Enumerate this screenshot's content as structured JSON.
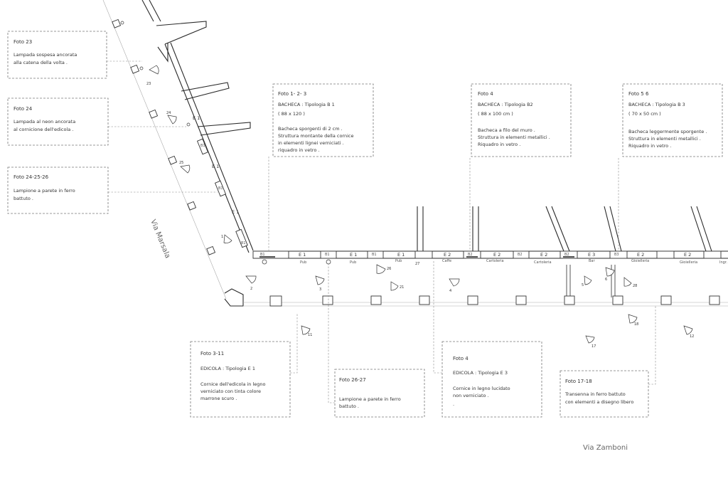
{
  "notes": [
    {
      "id": "foto23",
      "title": "Foto 23",
      "lines": [
        "Lampada sospesa ancorata",
        "alla catena della volta ."
      ]
    },
    {
      "id": "foto24",
      "title": "Foto 24",
      "lines": [
        "Lampada al neon ancorata",
        "al cornicione dell'edicola ."
      ]
    },
    {
      "id": "foto24-25-26",
      "title": "Foto 24-25-26",
      "lines": [
        "Lampione a parete in ferro",
        "battuto ."
      ]
    },
    {
      "id": "foto1-2-3",
      "title": "Foto 1- 2- 3",
      "lines": [
        "BACHECA  : Tipologia B 1",
        "( 88 x 120 )",
        "",
        "Bacheca sporgenti di 2 cm .",
        "Struttura montante della cornice",
        "in elementi lignei verniciati .",
        "riquadro in vetro ."
      ]
    },
    {
      "id": "foto4a",
      "title": "Foto 4",
      "lines": [
        "BACHECA  : Tipologia B2",
        "( 88 x 100 cm )",
        "",
        "Bacheca a filo del muro .",
        "Struttura in elementi metallici .",
        "Riquadro in vetro ."
      ]
    },
    {
      "id": "foto5-6",
      "title": "Foto 5  6",
      "lines": [
        "BACHECA  : Tipologia B 3",
        "( 70 x 50 cm )",
        "",
        "Bacheca leggermente sporgente .",
        "Struttura in elementi metallici .",
        "Riquadro in vetro ."
      ]
    },
    {
      "id": "foto3-11",
      "title": "Foto 3-11",
      "lines": [
        "EDICOLA : Tipologia E 1",
        "",
        "Cornice dell'edicola in legno",
        "verniciato con tinta colore",
        "marrone scuro  ."
      ]
    },
    {
      "id": "foto26-27",
      "title": "Foto 26-27",
      "lines": [
        "Lampione a parete in ferro",
        "battuto ."
      ]
    },
    {
      "id": "foto4b",
      "title": "Foto 4",
      "lines": [
        "EDICOLA : Tipologia E 3",
        "",
        "Cornice in legno lucidato",
        "non verniciato .",
        "."
      ]
    },
    {
      "id": "foto17-18",
      "title": "Foto 17-18",
      "lines": [
        "Transenna in ferro battuto",
        "con elementi a disegno libero"
      ]
    }
  ],
  "streets": {
    "via_marsala": "Via Marsala",
    "via_zamboni": "Via Zamboni"
  },
  "bacheca_labels": {
    "b1": "B1",
    "b2": "B2",
    "b3": "B3"
  },
  "edicola_labels": {
    "e1": "E 1",
    "e2": "E 2",
    "e3": "E 3"
  },
  "shop_labels": {
    "pub": "Pub",
    "caffe": "Caffe",
    "cartoleria": "Cartoleria",
    "bar": "Bar",
    "gioielleria": "Gioielleria",
    "gioielleria_short": "Gioielleria",
    "ingresso": "Ingr."
  },
  "photo_numbers": [
    "23",
    "24",
    "25",
    "1",
    "2",
    "3",
    "26",
    "27",
    "21",
    "11",
    "4",
    "5",
    "6",
    "28",
    "17",
    "18",
    "12"
  ],
  "colors": {
    "line": "#2a2a2a",
    "dash": "#777777",
    "text": "#333333"
  }
}
